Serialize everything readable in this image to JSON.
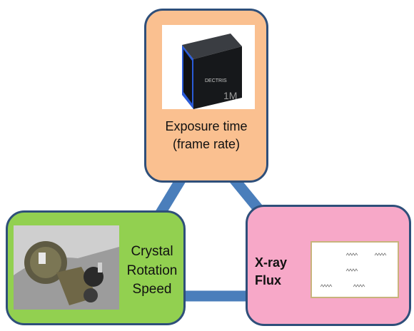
{
  "nodes": {
    "top": {
      "label_line1": "Exposure time",
      "label_line2": "(frame rate)",
      "camera_brand": "DECTRIS",
      "camera_model": "1M",
      "fill": "#fac090"
    },
    "left": {
      "label_line1": "Crystal",
      "label_line2": "Rotation",
      "label_line3": "Speed",
      "fill": "#92d050"
    },
    "right": {
      "label_line1": "X-ray",
      "label_line2": "Flux",
      "fill": "#f7a8c8"
    }
  },
  "colors": {
    "connector": "#4a7ebb",
    "border": "#2e4f7a"
  }
}
